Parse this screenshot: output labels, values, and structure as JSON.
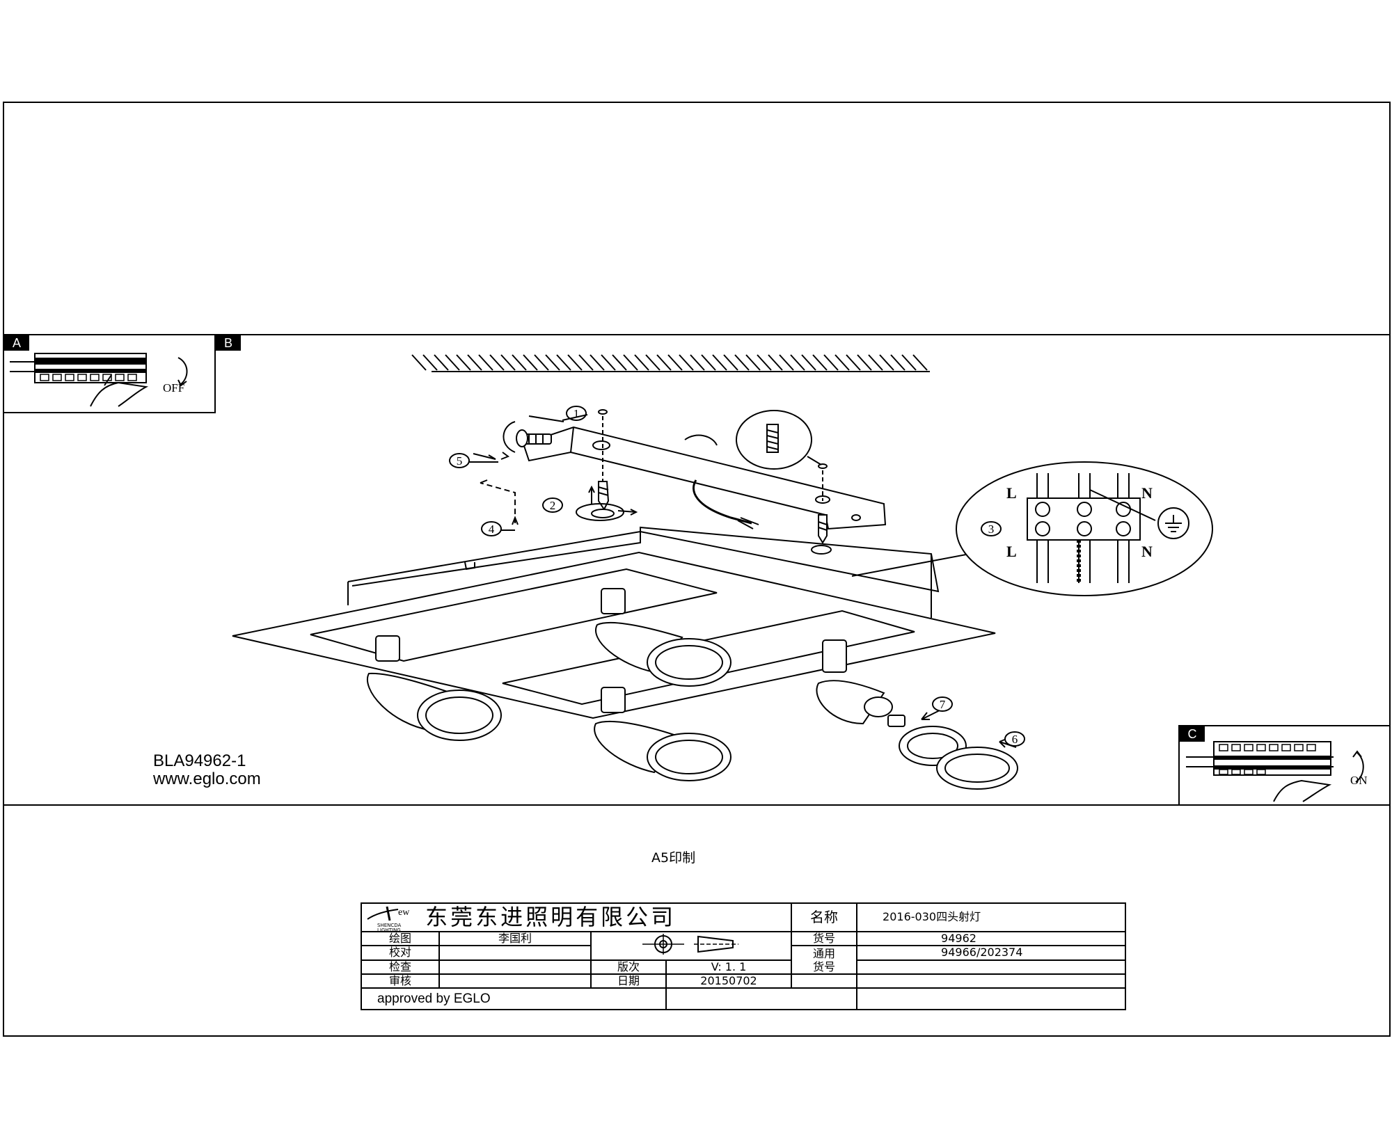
{
  "labels": {
    "panel_a": "A",
    "panel_b": "B",
    "panel_c": "C",
    "off": "OFF",
    "on": "ON",
    "wiring_L_top": "L",
    "wiring_N_top": "N",
    "wiring_L_bottom": "L",
    "wiring_N_bottom": "N"
  },
  "steps": [
    "1",
    "2",
    "3",
    "4",
    "5",
    "6",
    "7"
  ],
  "product": {
    "code": "BLA94962-1",
    "website": "www.eglo.com"
  },
  "print_note": "A5印制",
  "title_block": {
    "logo_text": "ew",
    "logo_sub1": "SHENCDA",
    "logo_sub2": "LIGHTING",
    "company": "东莞东进照明有限公司",
    "name_label": "名称",
    "name_value": "2016-030四头射灯",
    "drawn_label": "绘图",
    "drawn_value": "李国利",
    "item_no_label": "货号",
    "item_no_value": "94962",
    "checked_label": "校对",
    "common_label_1": "通用",
    "common_label_2": "货号",
    "common_value": "94966/202374",
    "inspect_label": "检查",
    "version_label": "版次",
    "version_value": "V: 1. 1",
    "review_label": "审核",
    "date_label": "日期",
    "date_value": "20150702",
    "approved": "approved by EGLO"
  }
}
